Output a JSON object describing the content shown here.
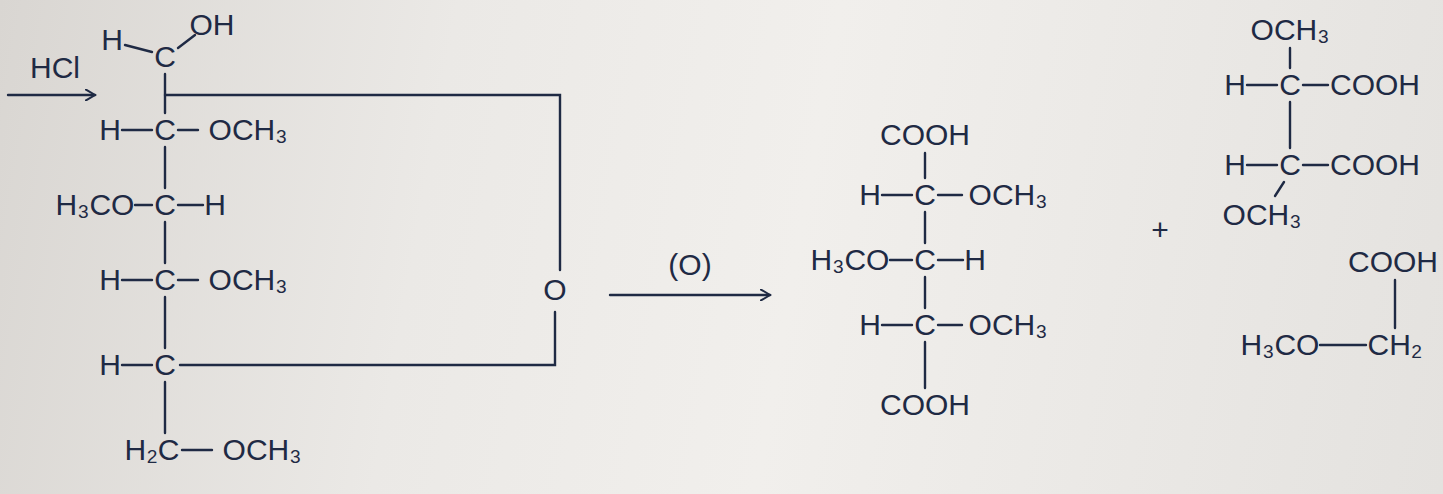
{
  "diagram": {
    "labels": [
      "HCl",
      "H",
      "C",
      "OH",
      "H",
      "C",
      "OCH₃",
      "H₃CO",
      "C",
      "H",
      "H",
      "C",
      "OCH₃",
      "O",
      "H",
      "C",
      "H₂C",
      "OCH₃",
      "(O)",
      "COOH",
      "H",
      "C",
      "OCH₃",
      "H₃CO",
      "C",
      "H",
      "H",
      "C",
      "OCH₃",
      "COOH",
      "+",
      "OCH₃",
      "H",
      "C",
      "COOH",
      "H",
      "C",
      "COOH",
      "OCH₃",
      "COOH",
      "H₃CO",
      "CH₂"
    ]
  }
}
